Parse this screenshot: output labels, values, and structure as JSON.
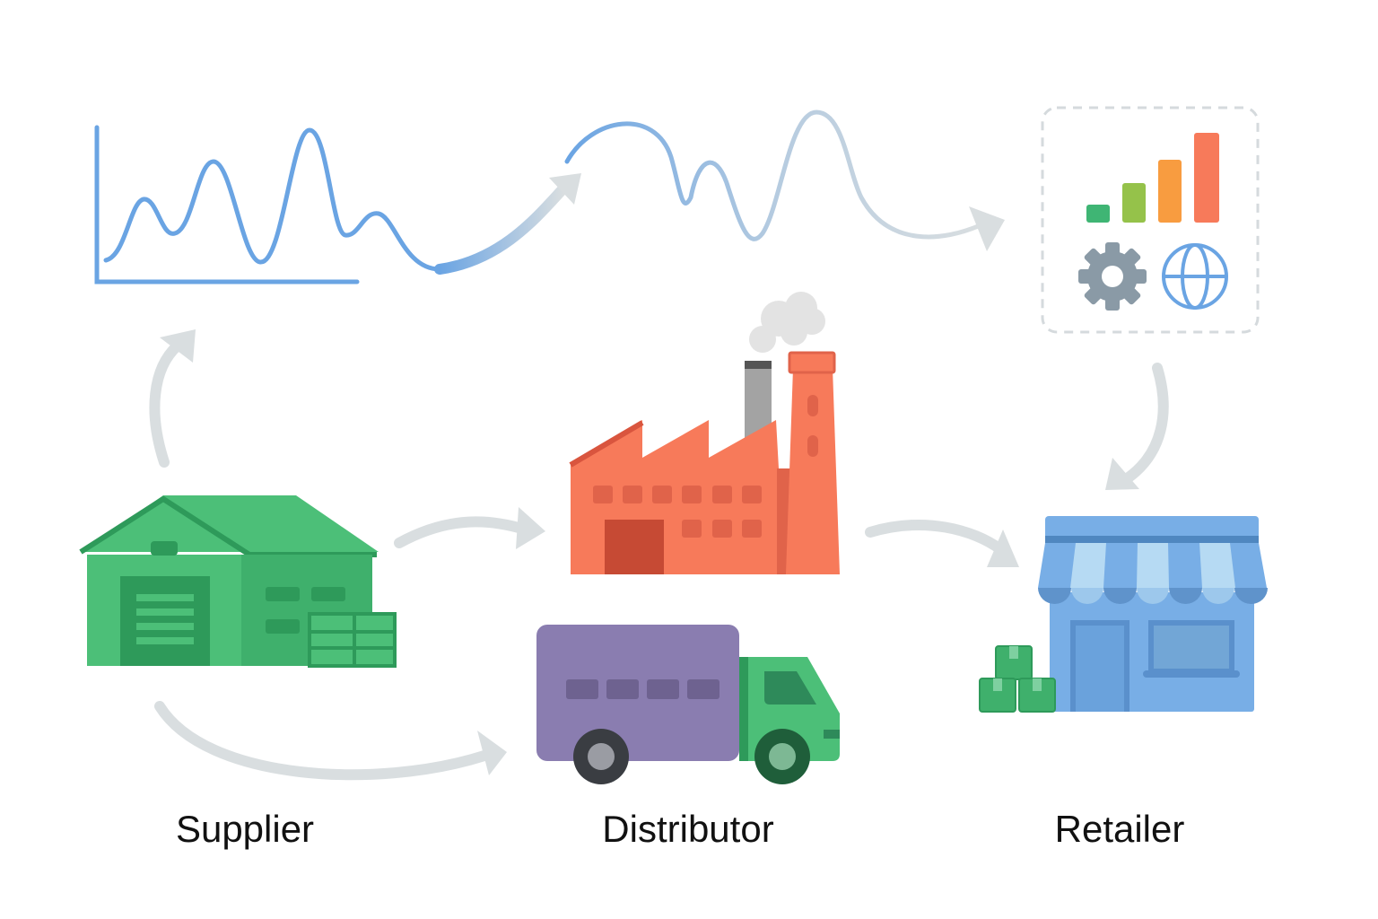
{
  "labels": {
    "supplier": "Supplier",
    "distributor": "Distributor",
    "retailer": "Retailer"
  },
  "colors": {
    "wave": "#6aa4e3",
    "arrow": "#d9dee0",
    "warehouse": "#4cbf78",
    "factory": "#f77a5a",
    "truck_box": "#8a7db0",
    "truck_cab": "#4cbf78",
    "store": "#78aee6",
    "bars": [
      "#3fb574",
      "#95c24a",
      "#f89c40",
      "#f77a5a"
    ],
    "gear": "#8a9aa6"
  }
}
